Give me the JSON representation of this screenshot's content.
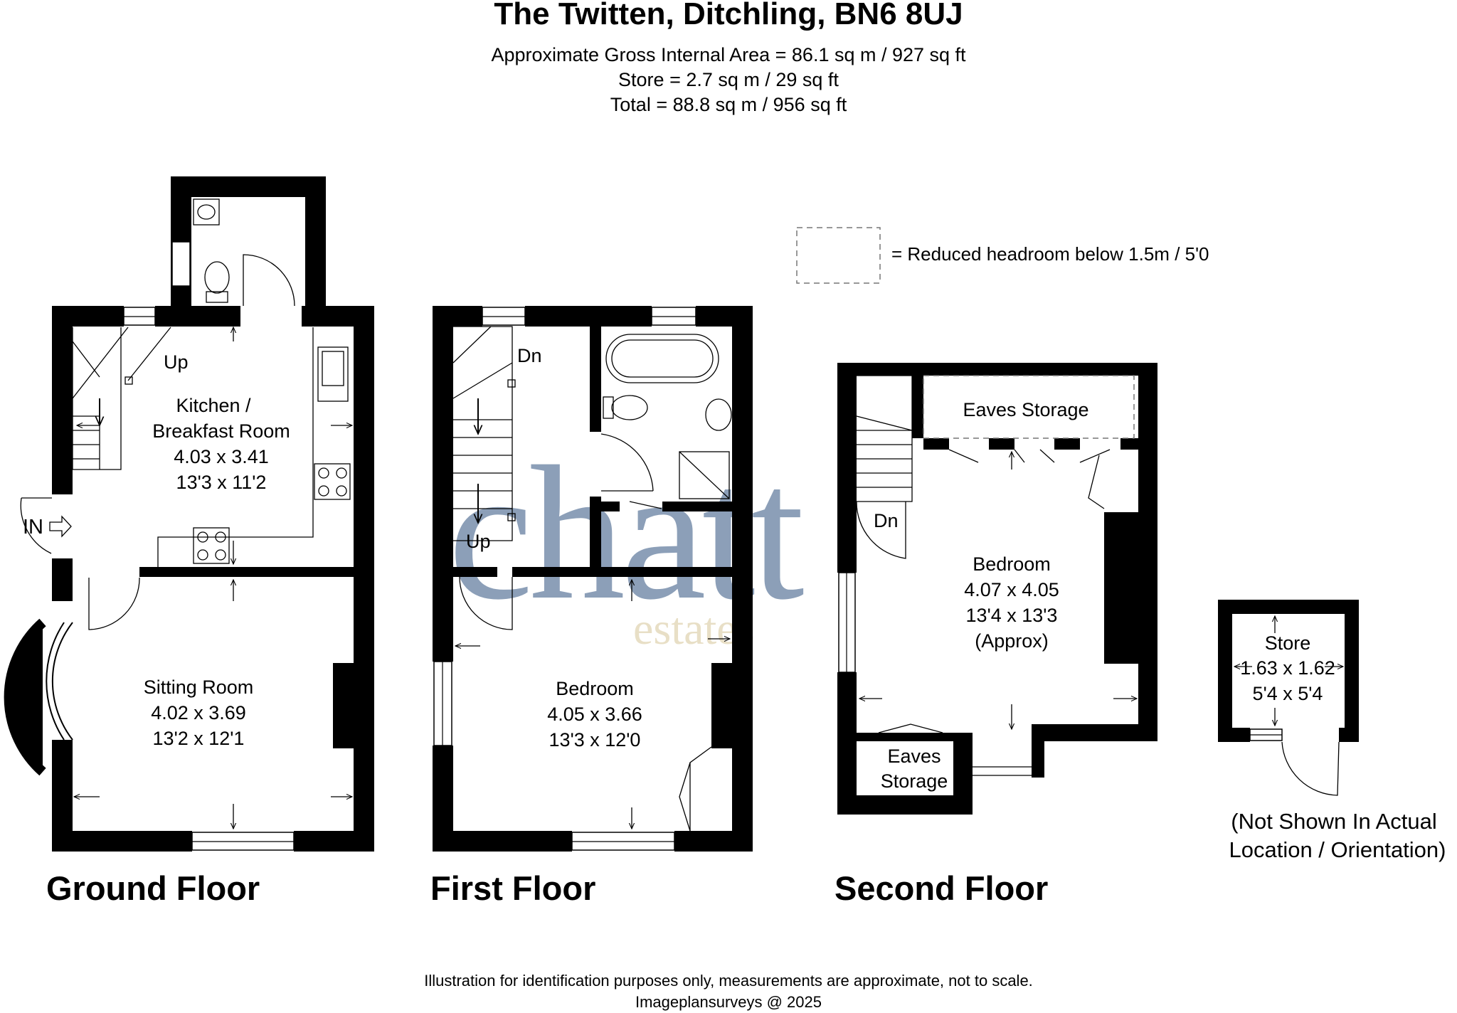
{
  "header": {
    "title": "The Twitten, Ditchling, BN6 8UJ",
    "area_line": "Approximate Gross Internal Area = 86.1 sq m / 927 sq ft",
    "store_line": "Store = 2.7 sq m / 29 sq ft",
    "total_line": "Total = 88.8 sq m / 956 sq ft"
  },
  "legend": {
    "text": "= Reduced headroom below 1.5m / 5'0"
  },
  "watermark": {
    "main": "chatt",
    "sub": "estates",
    "main_color": "#6f87a6",
    "sub_color": "#e8dfc6"
  },
  "ground_floor": {
    "label": "Ground Floor",
    "entrance": "IN",
    "stairs_label": "Up",
    "kitchen": {
      "name_line1": "Kitchen /",
      "name_line2": "Breakfast Room",
      "metric": "4.03 x 3.41",
      "imperial": "13'3 x 11'2"
    },
    "sitting": {
      "name": "Sitting Room",
      "metric": "4.02 x 3.69",
      "imperial": "13'2 x 12'1"
    }
  },
  "first_floor": {
    "label": "First Floor",
    "stairs_down": "Dn",
    "stairs_up": "Up",
    "bedroom": {
      "name": "Bedroom",
      "metric": "4.05 x 3.66",
      "imperial": "13'3 x 12'0"
    }
  },
  "second_floor": {
    "label": "Second Floor",
    "stairs_down": "Dn",
    "eaves_top": "Eaves Storage",
    "eaves_bottom_line1": "Eaves",
    "eaves_bottom_line2": "Storage",
    "bedroom": {
      "name": "Bedroom",
      "metric": "4.07 x 4.05",
      "imperial": "13'4 x 13'3",
      "note": "(Approx)"
    }
  },
  "store": {
    "name": "Store",
    "metric": "1.63 x 1.62",
    "imperial": "5'4 x 5'4",
    "note_line1": "(Not Shown In Actual",
    "note_line2": "Location / Orientation)"
  },
  "footer": {
    "disclaimer": "Illustration for identification purposes only, measurements are approximate, not to scale.",
    "credit": "Imageplansurveys @ 2025"
  }
}
